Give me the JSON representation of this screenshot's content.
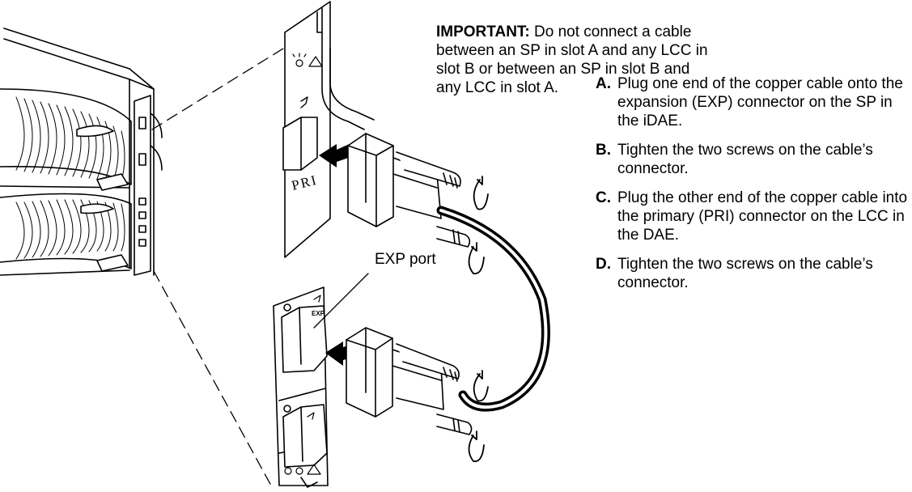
{
  "callout": {
    "label": "IMPORTANT:",
    "text": "Do not connect a cable between an SP in slot A and any LCC in slot B or between an SP in slot B and any LCC in slot A."
  },
  "exp_port_label": "EXP port",
  "panel_labels": {
    "pri": "PRI",
    "exp": "EXP"
  },
  "steps": [
    {
      "letter": "A.",
      "text": "Plug one end of the copper cable onto the expansion (EXP) connector on the SP in the iDAE."
    },
    {
      "letter": "B.",
      "text": "Tighten the two screws on the cable’s connector."
    },
    {
      "letter": "C.",
      "text": "Plug the other end of the copper cable into the primary (PRI) connector on the LCC in the DAE."
    },
    {
      "letter": "D.",
      "text": "Tighten the two screws on the cable’s connector."
    }
  ]
}
